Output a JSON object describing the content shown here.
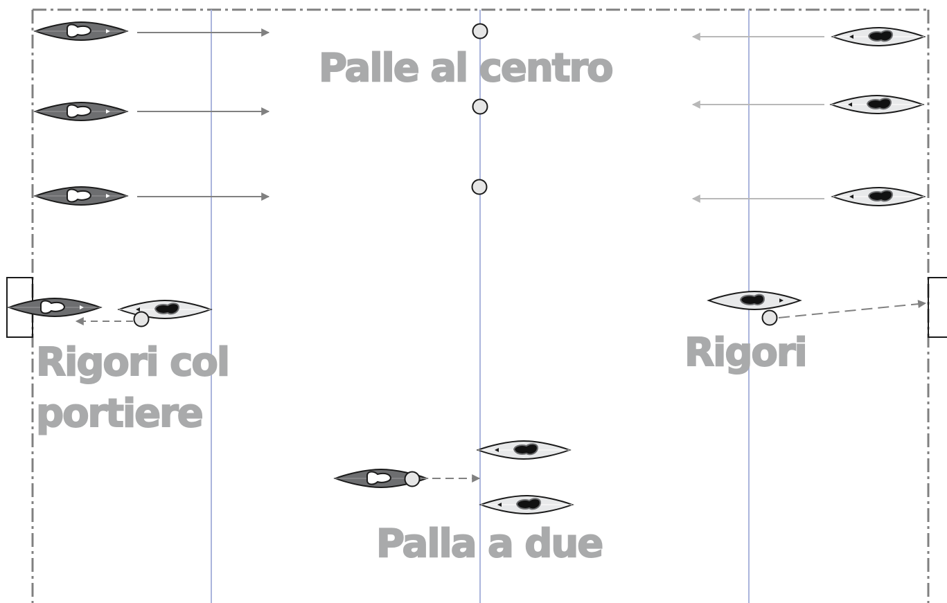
{
  "labels": {
    "palle_al_centro": "Palle al centro",
    "rigori_col_portiere_line1": "Rigori col",
    "rigori_col_portiere_line2": "portiere",
    "rigori": "Rigori",
    "palla_a_due": "Palla a due"
  },
  "colors": {
    "team_a_boat": "#6d6e70",
    "team_b_boat": "#e8e9ea",
    "label_text": "#a9aaab",
    "field_border": "#808080",
    "field_lines": "#aab4dc",
    "arrow_dark": "#808080",
    "arrow_light": "#b8b8b8",
    "ball_fill": "#e6e6e6"
  },
  "icons": {
    "kayak_team_a": "kayak-dark-icon",
    "kayak_team_b": "kayak-light-icon",
    "ball": "ball-icon",
    "goal": "goal-icon"
  }
}
